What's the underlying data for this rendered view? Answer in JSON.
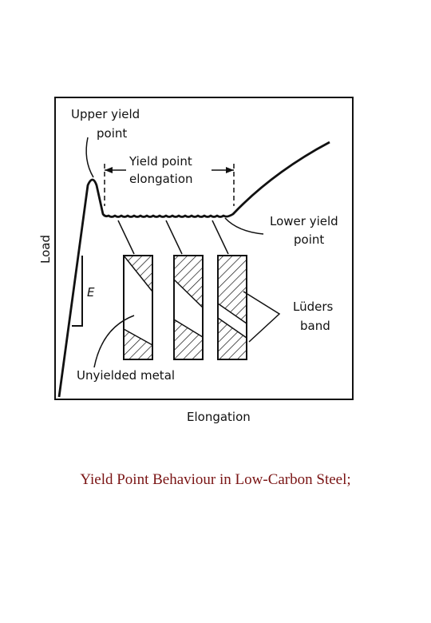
{
  "diagram": {
    "title": "Yield Point Behaviour in Low-Carbon Steel;",
    "labels": {
      "upper_yield_line1": "Upper yield",
      "upper_yield_line2": "point",
      "yield_elong_line1": "Yield point",
      "yield_elong_line2": "elongation",
      "lower_yield_line1": "Lower yield",
      "lower_yield_line2": "point",
      "modulus": "E",
      "luders_line1": "Lüders",
      "luders_line2": "band",
      "unyielded": "Unyielded metal",
      "xlabel": "Elongation",
      "ylabel": "Load"
    },
    "colors": {
      "ink": "#111111",
      "caption": "#7a1414"
    }
  }
}
